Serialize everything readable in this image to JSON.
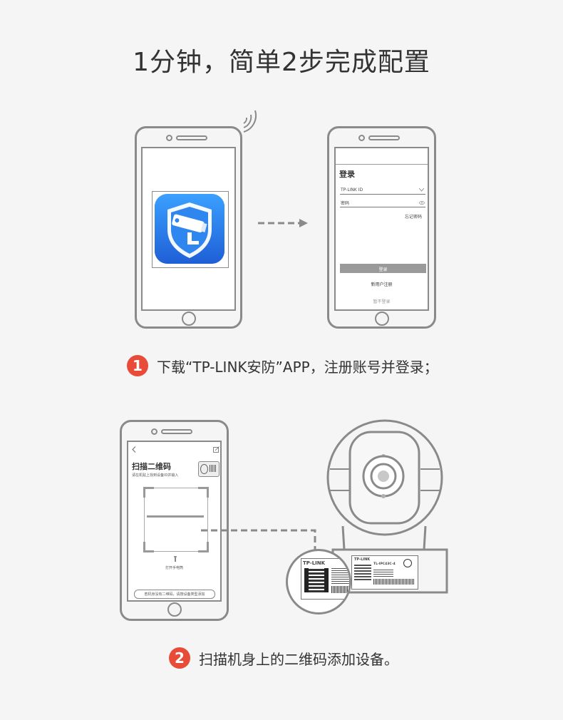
{
  "page": {
    "title": "1分钟，简单2步完成配置"
  },
  "step1": {
    "number": "1",
    "text": "下载“TP-LINK安防”APP，注册账号并登录；"
  },
  "step2": {
    "number": "2",
    "text": "扫描机身上的二维码添加设备。"
  },
  "login_screen": {
    "heading": "登录",
    "account_field": "TP-LINK ID",
    "password_field": "密码",
    "forgot_link": "忘记密码",
    "login_button": "登录",
    "register_link": "新用户注册",
    "skip_link": "暂不登录"
  },
  "scan_screen": {
    "heading": "扫描二维码",
    "hint": "请在机贴上找到设备ID并输入",
    "flashlight": "打开手电筒",
    "footer_button": "若机身没有二维码，请按设备类型添加"
  },
  "label": {
    "brand": "TP-LINK",
    "model": "TL-IPC43C-4"
  },
  "colors": {
    "accent": "#e84b37",
    "app_icon": "#2f7fe6",
    "outline": "#8a8a8a"
  },
  "icons": [
    "wifi-signal-icon",
    "security-camera-app-icon",
    "arrow-right-icon",
    "back-icon",
    "edit-icon",
    "eye-icon",
    "chevron-down-icon",
    "flashlight-icon"
  ]
}
